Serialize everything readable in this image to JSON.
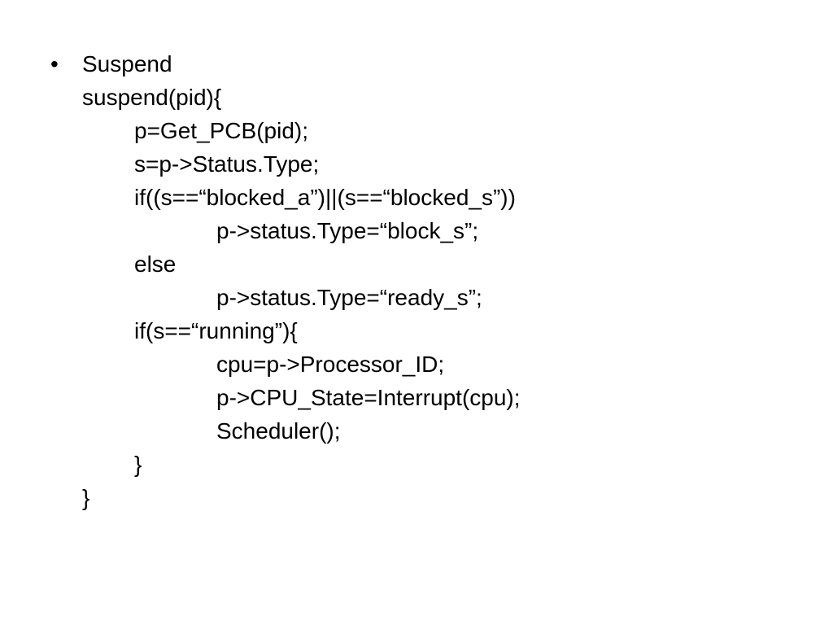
{
  "slide": {
    "bullet_char": "•",
    "heading": "Suspend",
    "code_lines": [
      "suspend(pid){",
      "p=Get_PCB(pid);",
      "s=p->Status.Type;",
      "if((s==“blocked_a”)||(s==“blocked_s”))",
      "p->status.Type=“block_s”;",
      "else",
      "p->status.Type=“ready_s”;",
      "if(s==“running”){",
      "cpu=p->Processor_ID;",
      "p->CPU_State=Interrupt(cpu);",
      "Scheduler();",
      "}",
      "}"
    ]
  }
}
